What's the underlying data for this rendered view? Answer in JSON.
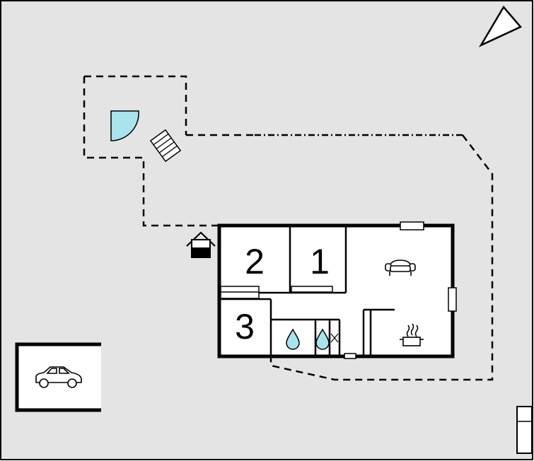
{
  "colors": {
    "plot_fill": "#e4e4e4",
    "outline": "#000000",
    "room_fill": "#ffffff",
    "water": "#a8e4ec",
    "pool": "#a8e4ec"
  },
  "rooms": [
    {
      "id": "bedroom-2",
      "number": "2"
    },
    {
      "id": "bedroom-1",
      "number": "1"
    },
    {
      "id": "bedroom-3",
      "number": "3"
    }
  ],
  "icons": [
    "north-arrow-icon",
    "pool-icon",
    "terrace-steps-icon",
    "entrance-house-icon",
    "sofa-icon",
    "stove-icon",
    "shower-icon",
    "car-icon",
    "window-icon"
  ]
}
